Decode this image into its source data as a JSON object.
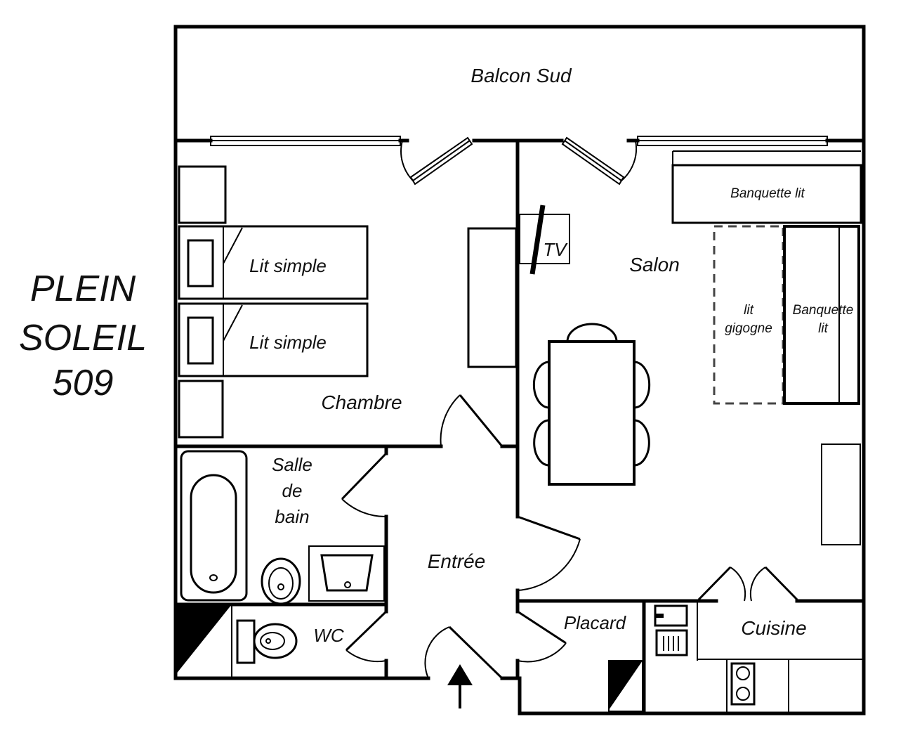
{
  "title": {
    "line1": "PLEIN",
    "line2": "SOLEIL",
    "line3": "509"
  },
  "rooms": {
    "balcony": "Balcon Sud",
    "bedroom": "Chambre",
    "living": "Salon",
    "entry": "Entrée",
    "bath_line1": "Salle",
    "bath_line2": "de",
    "bath_line3": "bain",
    "wc": "WC",
    "closet": "Placard",
    "kitchen": "Cuisine"
  },
  "furniture": {
    "bed1": "Lit simple",
    "bed2": "Lit simple",
    "tv": "TV",
    "sofa_bed_top": "Banquette lit",
    "trundle_line1": "lit",
    "trundle_line2": "gigogne",
    "sofa_bed_side_line1": "Banquette",
    "sofa_bed_side_line2": "lit"
  }
}
